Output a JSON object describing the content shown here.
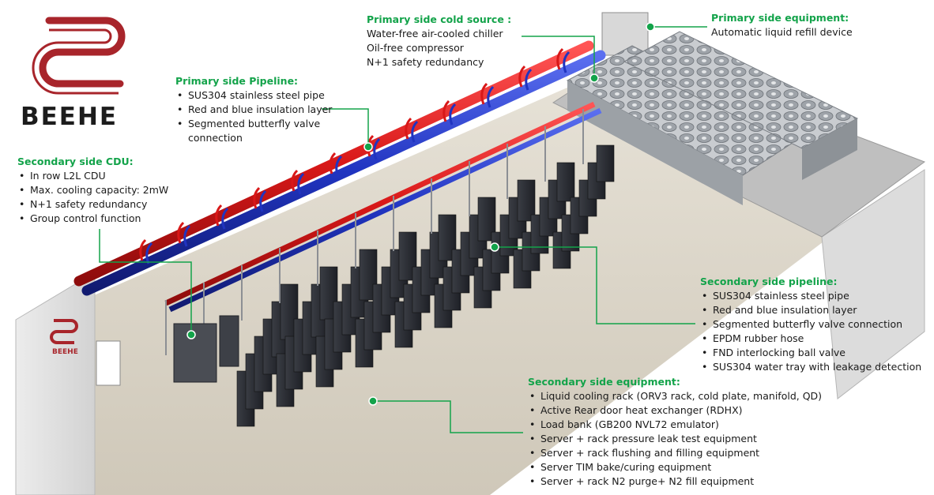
{
  "brand": {
    "name": "BEEHE",
    "logo_color": "#a8252b",
    "accent": "#13a34a"
  },
  "callouts": {
    "primary_cold": {
      "title": "Primary side cold source :",
      "lines": [
        "Water-free air-cooled chiller",
        "Oil-free compressor",
        "N+1 safety redundancy"
      ]
    },
    "primary_equip": {
      "title": "Primary side equipment:",
      "lines": [
        "Automatic liquid refill device"
      ]
    },
    "primary_pipe": {
      "title": "Primary side Pipeline:",
      "items": [
        "SUS304 stainless steel pipe",
        "Red and blue insulation layer",
        "Segmented butterfly valve connection"
      ]
    },
    "secondary_cdu": {
      "title": "Secondary side CDU:",
      "items": [
        "In row L2L CDU",
        "Max. cooling capacity: 2mW",
        "N+1 safety redundancy",
        "Group control function"
      ]
    },
    "secondary_pipe": {
      "title": "Secondary side pipeline:",
      "items": [
        "SUS304 stainless steel pipe",
        "Red and blue insulation layer",
        "Segmented butterfly valve connection",
        "EPDM rubber hose",
        "FND interlocking ball valve",
        "SUS304 water tray with leakage detection"
      ]
    },
    "secondary_equip": {
      "title": "Secondary side equipment:",
      "items": [
        "Liquid cooling rack (ORV3 rack, cold plate, manifold, QD)",
        "Active Rear door heat exchanger (RDHX)",
        "Load bank (GB200 NVL72 emulator)",
        "Server + rack pressure leak test equipment",
        "Server + rack flushing and filling equipment",
        "Server TIM bake/curing equipment",
        "Server + rack N2 purge+ N2 fill equipment"
      ]
    }
  }
}
